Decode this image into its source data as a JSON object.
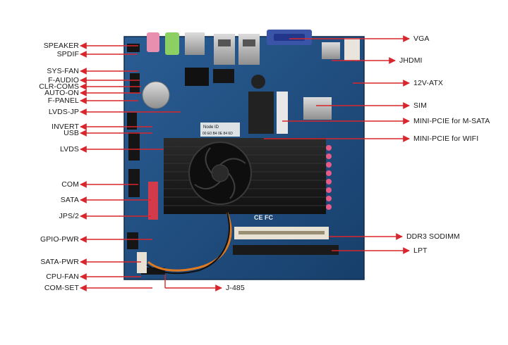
{
  "board": {
    "node_id_label": "Node ID",
    "node_id_value": "00 E0 B4 0E 84 6D",
    "ce_mark": "CE FC"
  },
  "callouts": {
    "left": [
      "SPEAKER",
      "SPDIF",
      "SYS-FAN",
      "F-AUDIO",
      "CLR-COMS",
      "AUTO-ON",
      "F-PANEL",
      "LVDS-JP",
      "INVERT",
      "USB",
      "LVDS",
      "COM",
      "SATA",
      "JPS/2",
      "GPIO-PWR",
      "SATA-PWR",
      "CPU-FAN",
      "COM-SET"
    ],
    "right": [
      "VGA",
      "JHDMI",
      "12V-ATX",
      "SIM",
      "MINI-PCIE for M-SATA",
      "MINI-PCIE for WIFI",
      "DDR3 SODIMM",
      "LPT"
    ],
    "bottom": [
      "J-485"
    ]
  },
  "colors": {
    "arrow": "#d8262c",
    "pcb": "#1f4f82",
    "heatsink": "#1d1d1d",
    "text": "#1a1a1a"
  }
}
